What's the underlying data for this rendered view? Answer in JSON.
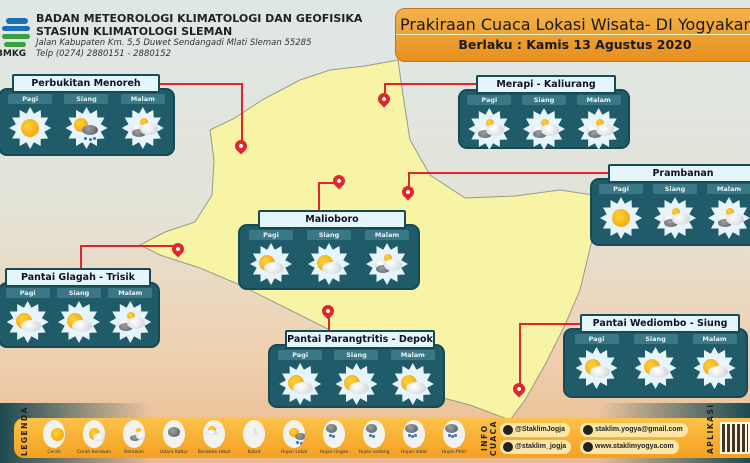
{
  "header": {
    "org": "BADAN METEOROLOGI KLIMATOLOGI DAN GEOFISIKA",
    "station": "STASIUN KLIMATOLOGI SLEMAN",
    "address": "Jalan Kabupaten Km. 5,5 Duwet Sendangadi Mlati Sleman 55285",
    "phone": "Telp (0274) 2880151 - 2880152",
    "logo_text": "BMKG"
  },
  "banner": {
    "title": "Prakiraan Cuaca Lokasi Wisata- DI Yogyakarta",
    "valid": "Berlaku : Kamis 13 Agustus 2020"
  },
  "period_labels": [
    "Pagi",
    "Siang",
    "Malam"
  ],
  "locations": [
    {
      "name": "Perbukitan Menoreh",
      "forecast": [
        "cerah",
        "hujan-lokal",
        "berawan"
      ]
    },
    {
      "name": "Merapi - Kaliurang",
      "forecast": [
        "berawan",
        "berawan",
        "berawan"
      ]
    },
    {
      "name": "Prambanan",
      "forecast": [
        "cerah",
        "berawan",
        "berawan"
      ]
    },
    {
      "name": "Malioboro",
      "forecast": [
        "cerah-berawan",
        "cerah-berawan",
        "berawan"
      ]
    },
    {
      "name": "Pantai Glagah - Trisik",
      "forecast": [
        "cerah-berawan",
        "cerah-berawan",
        "berawan"
      ]
    },
    {
      "name": "Pantai Parangtritis - Depok",
      "forecast": [
        "cerah-berawan",
        "cerah-berawan",
        "cerah-berawan"
      ]
    },
    {
      "name": "Pantai Wediombo - Siung",
      "forecast": [
        "cerah-berawan",
        "cerah-berawan",
        "cerah-berawan"
      ]
    }
  ],
  "legend": {
    "title": "LEGENDA",
    "items": [
      {
        "label": "Cerah",
        "icon": "cerah"
      },
      {
        "label": "Cerah berawan",
        "icon": "cerah-berawan"
      },
      {
        "label": "Berawan",
        "icon": "berawan"
      },
      {
        "label": "Udara Kabur",
        "icon": "udara-kabur"
      },
      {
        "label": "Berawan tebal",
        "icon": "berawan-tebal"
      },
      {
        "label": "Kabut",
        "icon": "kabut"
      },
      {
        "label": "Hujan Lokal",
        "icon": "hujan-lokal"
      },
      {
        "label": "Hujan ringan",
        "icon": "hujan-ringan"
      },
      {
        "label": "Hujan sedang",
        "icon": "hujan-sedang"
      },
      {
        "label": "Hujan lebat",
        "icon": "hujan-lebat"
      },
      {
        "label": "Hujan Petir",
        "icon": "hujan-petir"
      }
    ]
  },
  "info": {
    "title": "INFO CUACA",
    "twitter": "@StaklimJogja",
    "instagram": "@staklim_jogja",
    "email": "staklim.yogya@gmail.com",
    "web": "www.staklimyogya.com"
  },
  "app": {
    "title": "APLIKASI"
  },
  "colors": {
    "map": "#f7f4a6",
    "card": "#1f5b68",
    "pin": "#e0262c",
    "banner": "#f0a535"
  }
}
